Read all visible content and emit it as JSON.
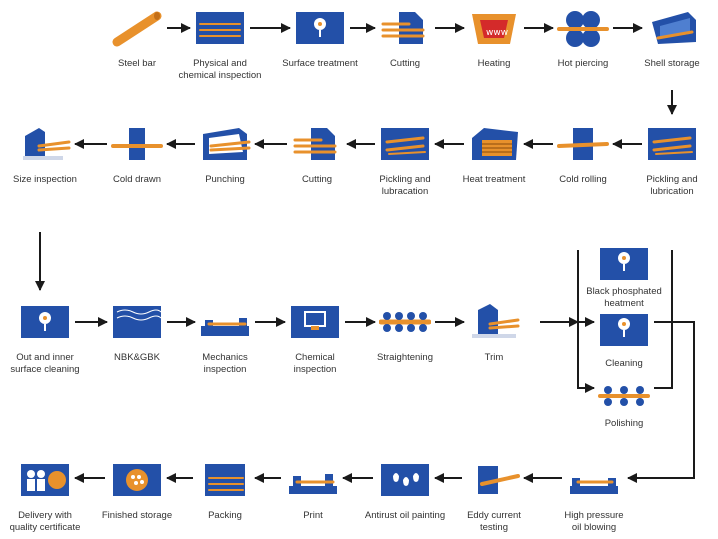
{
  "colors": {
    "blue": "#2350a8",
    "orange": "#e8912c",
    "dark": "#1a1a1a",
    "red": "#d42a2a"
  },
  "steps": [
    {
      "label": "Steel bar",
      "icon": "steel-bar-icon"
    },
    {
      "label": "Physical and\nchemical inspection",
      "icon": "inspection-icon"
    },
    {
      "label": "Surface treatment",
      "icon": "surface-treatment-icon"
    },
    {
      "label": "Cutting",
      "icon": "cutting-icon"
    },
    {
      "label": "Heating",
      "icon": "heating-furnace-icon"
    },
    {
      "label": "Hot piercing",
      "icon": "hot-piercing-icon"
    },
    {
      "label": "Shell storage",
      "icon": "shell-storage-icon"
    },
    {
      "label": "Pickling and\nlubrication",
      "icon": "pickling-icon"
    },
    {
      "label": "Cold rolling",
      "icon": "cold-rolling-icon"
    },
    {
      "label": "Heat treatment",
      "icon": "heat-treatment-icon"
    },
    {
      "label": "Pickling and\nlubracation",
      "icon": "pickling-icon"
    },
    {
      "label": "Cutting",
      "icon": "cutting-icon"
    },
    {
      "label": "Punching",
      "icon": "punching-icon"
    },
    {
      "label": "Cold drawn",
      "icon": "cold-drawn-icon"
    },
    {
      "label": "Size inspection",
      "icon": "size-inspection-icon"
    },
    {
      "label": "Out and inner\nsurface cleaning",
      "icon": "surface-cleaning-icon"
    },
    {
      "label": "NBK&GBK",
      "icon": "nbk-gbk-icon"
    },
    {
      "label": "Mechanics\ninspection",
      "icon": "mechanics-inspection-icon"
    },
    {
      "label": "Chemical\ninspection",
      "icon": "chemical-inspection-icon"
    },
    {
      "label": "Straightening",
      "icon": "straightening-icon"
    },
    {
      "label": "Trim",
      "icon": "trim-icon"
    },
    {
      "label": "High pressure\noil blowing",
      "icon": "oil-blowing-icon"
    },
    {
      "label": "Eddy current\ntesting",
      "icon": "eddy-current-icon"
    },
    {
      "label": "Antirust oil painting",
      "icon": "oil-painting-icon"
    },
    {
      "label": "Print",
      "icon": "print-icon"
    },
    {
      "label": "Packing",
      "icon": "packing-icon"
    },
    {
      "label": "Finished storage",
      "icon": "finished-storage-icon"
    },
    {
      "label": "Delivery with\nquality certificate",
      "icon": "delivery-icon"
    }
  ],
  "branch": [
    {
      "label": "Black phosphated\nheatment",
      "icon": "phosphating-icon"
    },
    {
      "label": "Cleaning",
      "icon": "cleaning-icon"
    },
    {
      "label": "Polishing",
      "icon": "polishing-icon"
    }
  ]
}
